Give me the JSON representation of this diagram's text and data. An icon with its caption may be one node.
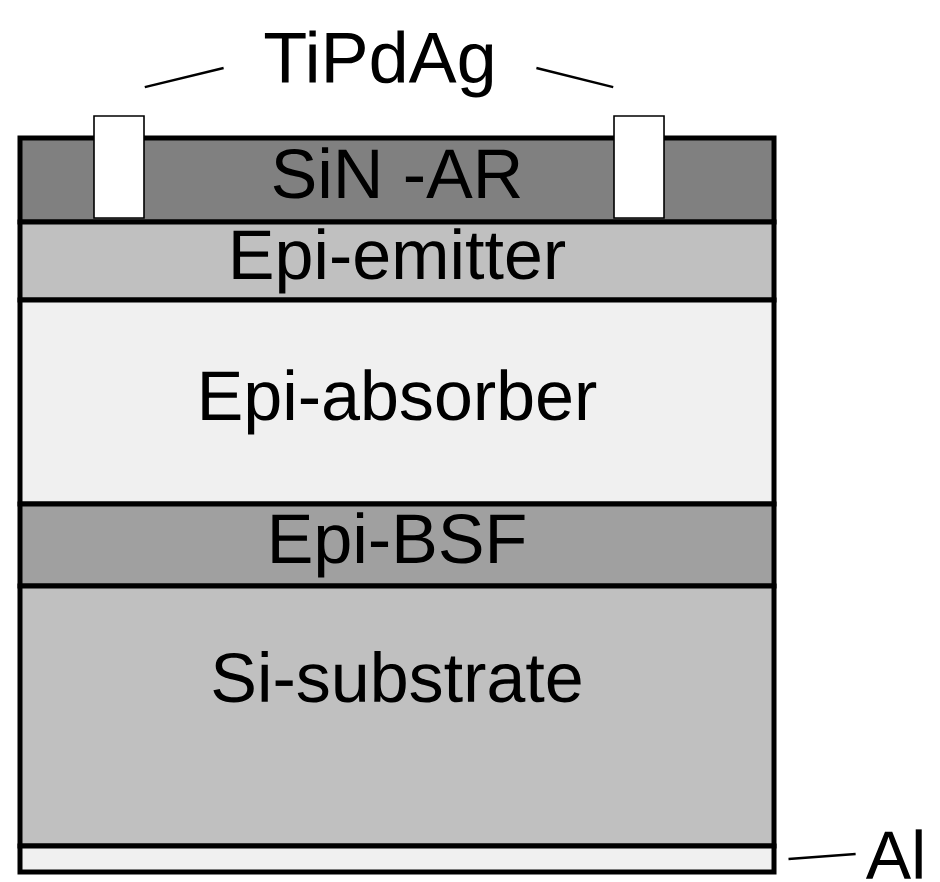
{
  "diagram": {
    "nodes": [
      {
        "text": [
          "TiPdAg"
        ]
      },
      {
        "text": [
          "SiN -AR"
        ]
      },
      {
        "text": [],
        "shape": "box"
      },
      {
        "text": [],
        "shape": "box"
      },
      {
        "text": [
          "Epi-emitter"
        ]
      },
      {
        "text": [
          "Epi-absorber"
        ]
      },
      {
        "text": [
          "Epi-BSF"
        ]
      },
      {
        "text": [
          "Si-substrate"
        ]
      },
      {
        "text": [],
        "shape": "bar"
      },
      {
        "text": [
          "Al"
        ]
      }
    ],
    "edges": [
      {
        "from": 0,
        "to": 2,
        "arrow": "none"
      },
      {
        "from": 0,
        "to": 3,
        "arrow": "none"
      },
      {
        "from": 9,
        "to": 8,
        "arrow": "none"
      }
    ]
  }
}
